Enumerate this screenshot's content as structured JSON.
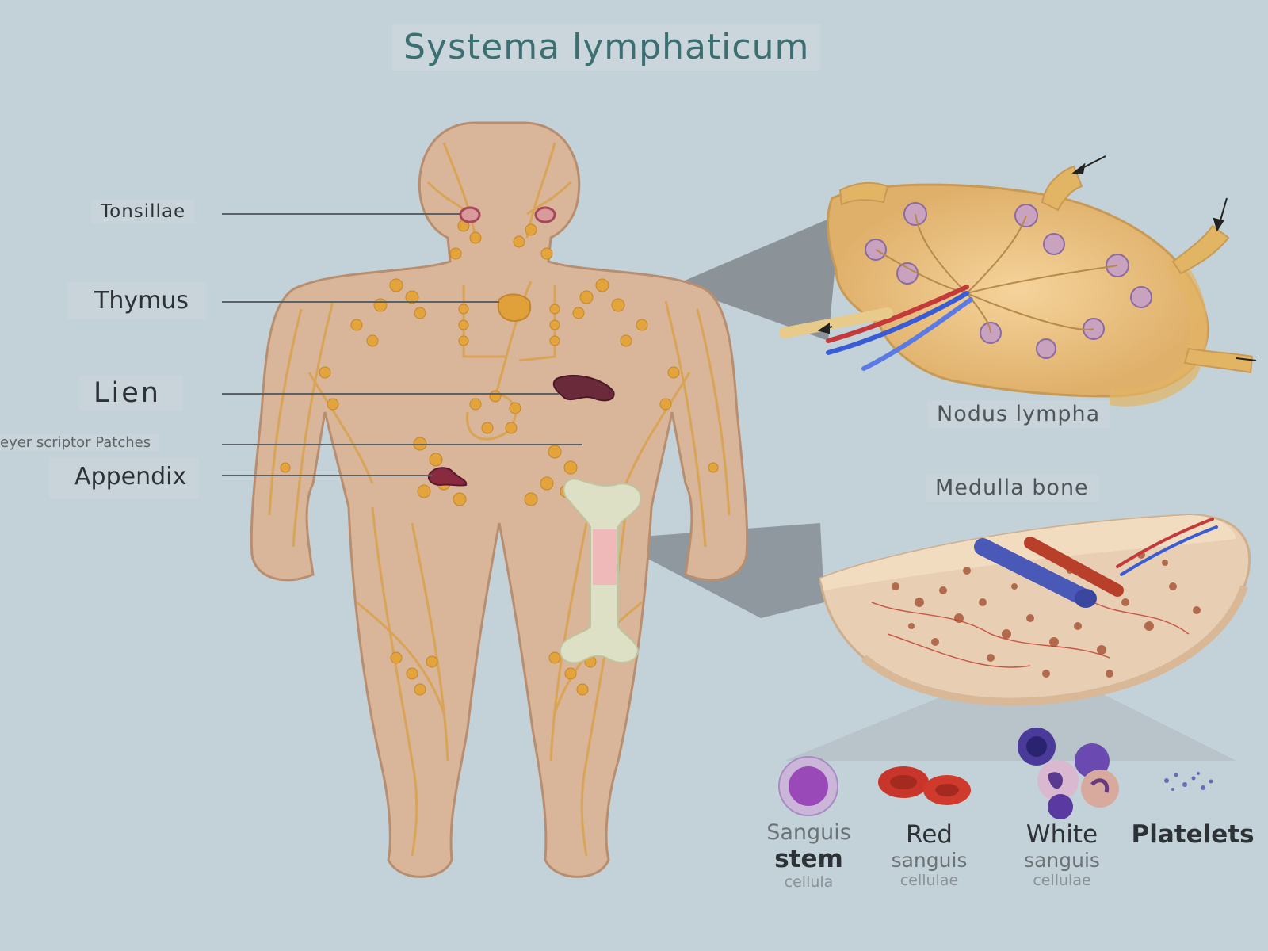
{
  "title": "Systema lymphaticum",
  "labels": {
    "tonsillae": "Tonsillae",
    "thymus": "Thymus",
    "lien": "Lien",
    "patches": "eyer scriptor Patches",
    "appendix": "Appendix",
    "nodus": "Nodus lympha",
    "medulla": "Medulla bone"
  },
  "cells": {
    "stem": {
      "line1": "Sanguis",
      "line2": "stem",
      "line3": "cellula"
    },
    "red": {
      "line1": "Red",
      "line2": "sanguis",
      "line3": "cellulae"
    },
    "white": {
      "line1": "White",
      "line2": "sanguis",
      "line3": "cellulae"
    },
    "platelets": {
      "line1": "Platelets"
    }
  },
  "colors": {
    "background": "#c3d1d8",
    "body_fill": "#d9b59a",
    "lymph": "#e3a43c",
    "vessel": "#d9a24a",
    "spleen": "#6a2a3a",
    "thymus": "#e0a13a",
    "bone": "#dde0c4"
  }
}
